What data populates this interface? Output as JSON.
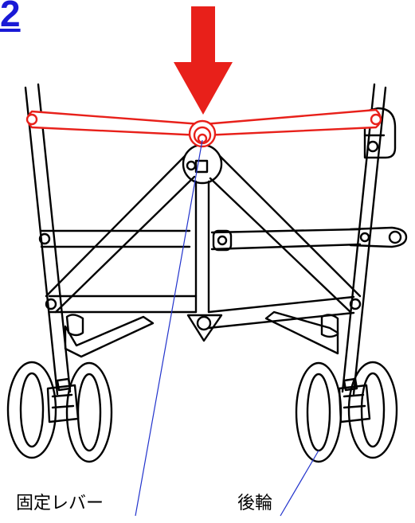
{
  "step": {
    "number": "2",
    "color": "#1a1ad6"
  },
  "labels": {
    "lock_lever": "固定レバー",
    "rear_wheel": "後輪"
  },
  "colors": {
    "highlight": "#e8201a",
    "leader_line": "#2233cc",
    "line_art": "#000000"
  },
  "icons": {
    "press_arrow": "arrow-down-icon"
  }
}
